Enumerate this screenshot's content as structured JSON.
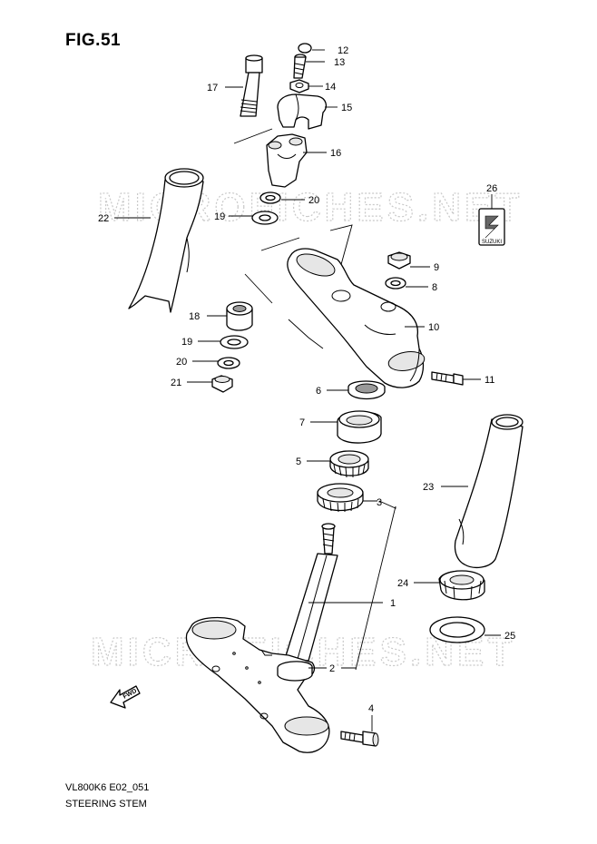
{
  "figure": {
    "title": "FIG.51"
  },
  "footer": {
    "model_code": "VL800K6 E02_051",
    "caption": "STEERING STEM"
  },
  "watermark": {
    "text": "MICROFICHES.NET"
  },
  "badge": {
    "text": "SUZUKI"
  },
  "fwd_marker": {
    "text": "FWD"
  },
  "callouts": [
    "12",
    "13",
    "14",
    "15",
    "16",
    "17",
    "20",
    "19",
    "22",
    "26",
    "9",
    "8",
    "10",
    "18",
    "19",
    "20",
    "21",
    "11",
    "6",
    "7",
    "5",
    "3",
    "23",
    "1",
    "24",
    "25",
    "2",
    "4"
  ]
}
